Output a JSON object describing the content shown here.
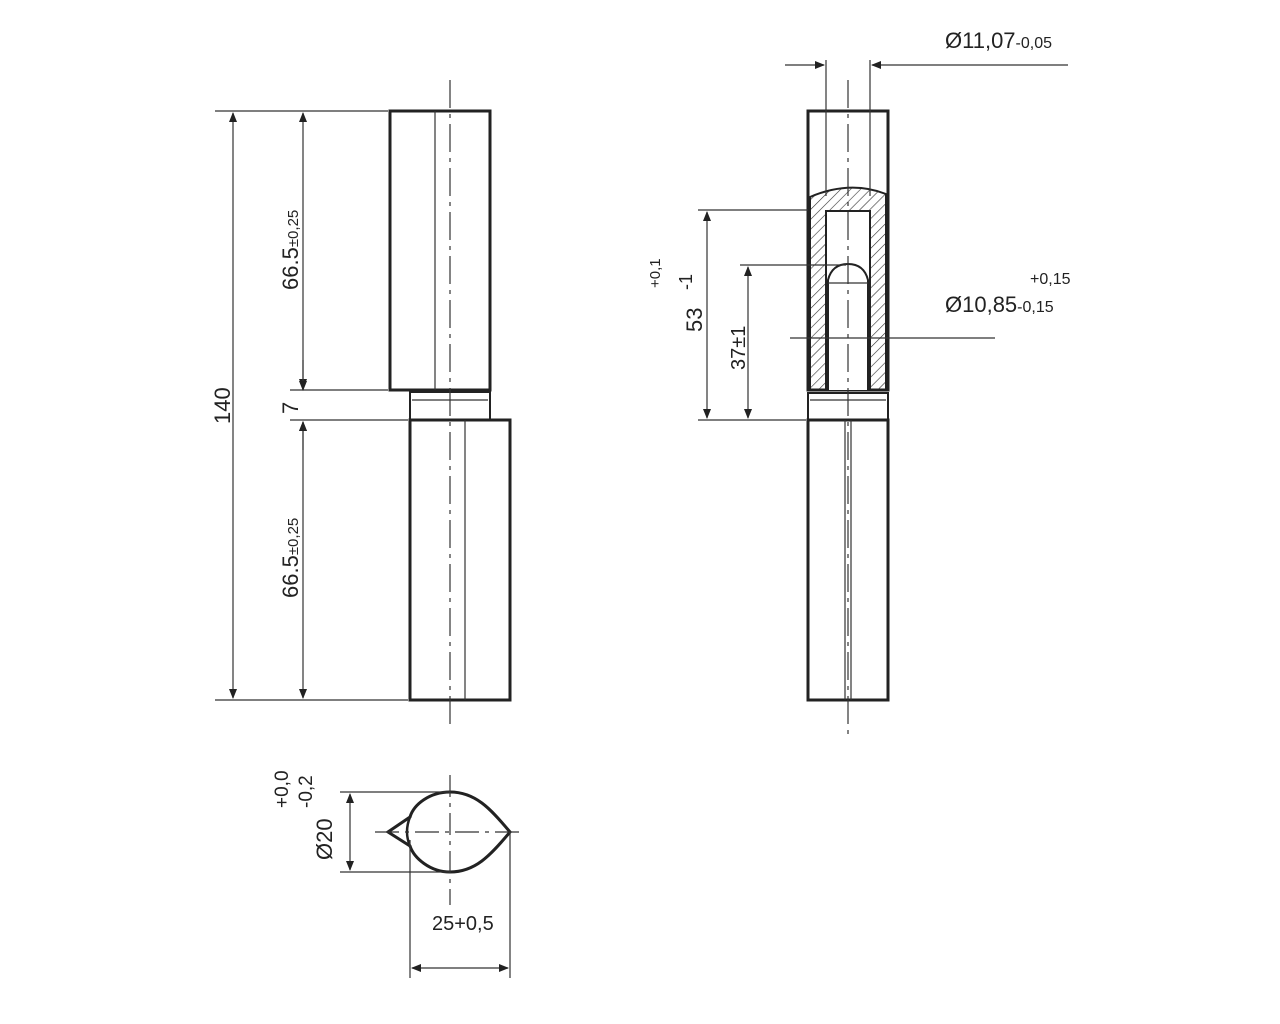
{
  "drawing": {
    "front_view": {
      "overall_length": "140",
      "upper_length": "66.5",
      "upper_tolerance": "±0,25",
      "gap": "7",
      "lower_length": "66.5",
      "lower_tolerance": "±0,25"
    },
    "section_view": {
      "bore_diameter": "Ø11,07",
      "bore_tolerance": "-0,05",
      "pin_diameter": "Ø10,85",
      "pin_tol_upper": "+0,15",
      "pin_tol_lower": "-0,15",
      "depth": "53",
      "depth_tol_upper": "+0,1",
      "depth_tol_lower": "-1",
      "pin_length": "37±1"
    },
    "end_view": {
      "diameter": "Ø20",
      "diameter_tol_upper": "+0,0",
      "diameter_tol_lower": "-0,2",
      "width": "25+0,5"
    }
  }
}
